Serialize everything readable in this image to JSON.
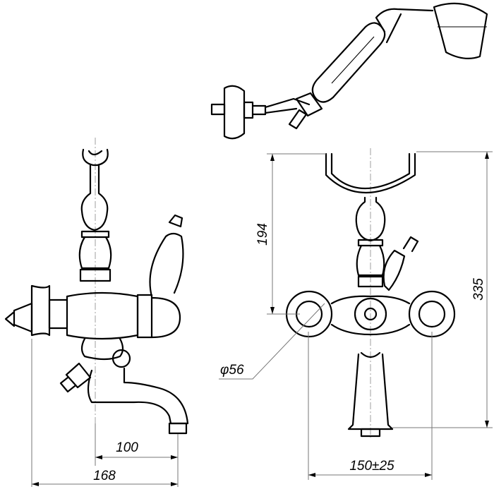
{
  "dimensions": {
    "height_hook_to_body": "194",
    "total_height": "335",
    "handle_diameter": "φ56",
    "spout_projection": "100",
    "total_projection": "168",
    "center_distance": "150±25"
  },
  "colors": {
    "line": "#000000",
    "dimension_line": "#777777"
  }
}
